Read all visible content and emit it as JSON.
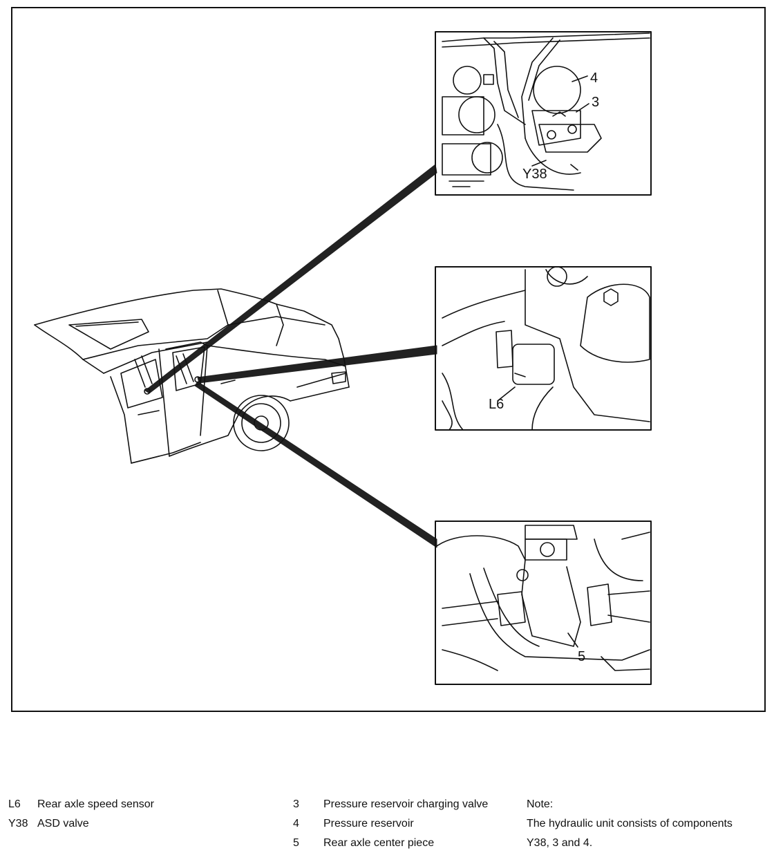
{
  "callouts": {
    "valve": "Y38",
    "reservoir": "4",
    "charging_valve": "3",
    "speed_sensor": "L6",
    "center_piece": "5"
  },
  "legend": {
    "left": [
      {
        "code": "L6",
        "label": "Rear axle speed sensor"
      },
      {
        "code": "Y38",
        "label": "ASD valve"
      }
    ],
    "middle": [
      {
        "code": "3",
        "label": "Pressure reservoir charging valve"
      },
      {
        "code": "4",
        "label": "Pressure reservoir"
      },
      {
        "code": "5",
        "label": "Rear axle center piece"
      }
    ],
    "note_title": "Note:",
    "note_text": "The hydraulic unit consists of components Y38, 3 and 4."
  }
}
